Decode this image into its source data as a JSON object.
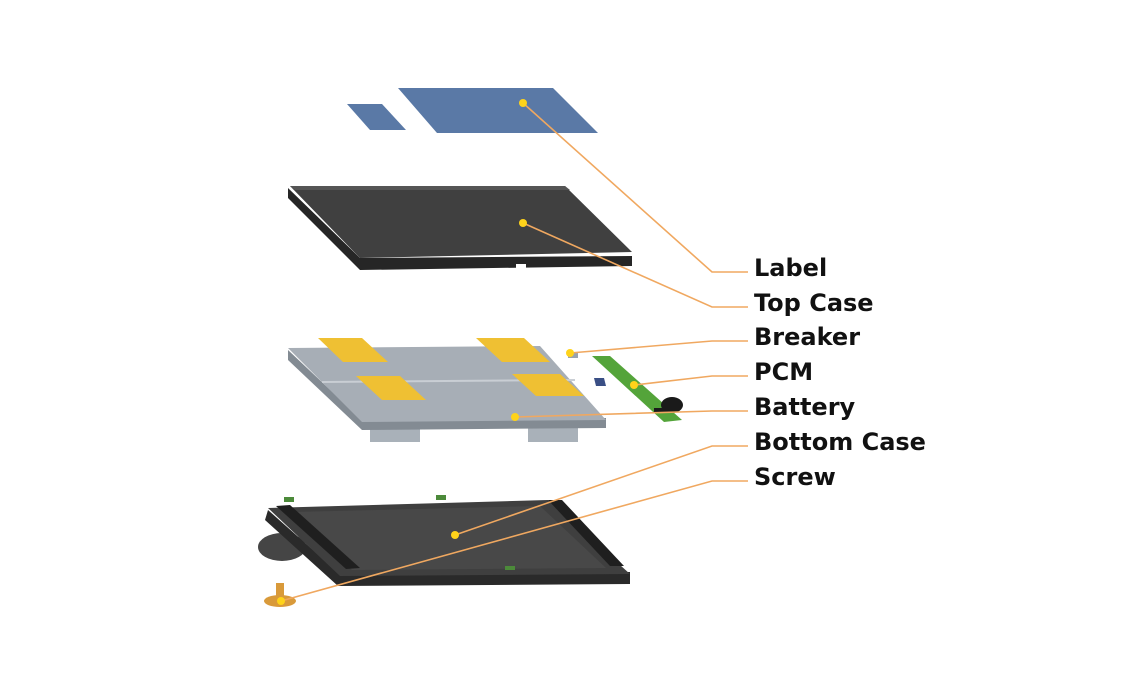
{
  "callouts": [
    {
      "id": "label",
      "text": "Label"
    },
    {
      "id": "top-case",
      "text": "Top Case"
    },
    {
      "id": "breaker",
      "text": "Breaker"
    },
    {
      "id": "pcm",
      "text": "PCM"
    },
    {
      "id": "battery",
      "text": "Battery"
    },
    {
      "id": "bottom-case",
      "text": "Bottom Case"
    },
    {
      "id": "screw",
      "text": "Screw"
    }
  ],
  "colors": {
    "label_blue": "#5a79a6",
    "case_dark": "#3d3d3d",
    "case_edge": "#2c2c2c",
    "cell_gray": "#a6adb5",
    "pad_yellow": "#f0c031",
    "pcm_green": "#54a43a",
    "leader_orange": "#f0a860",
    "dot_yellow": "#ffd31a",
    "screw_gold": "#d99a3a"
  },
  "icons": [
    "label-sheet",
    "top-case",
    "battery-cell",
    "pcm-board",
    "breaker",
    "bottom-case",
    "screw"
  ]
}
